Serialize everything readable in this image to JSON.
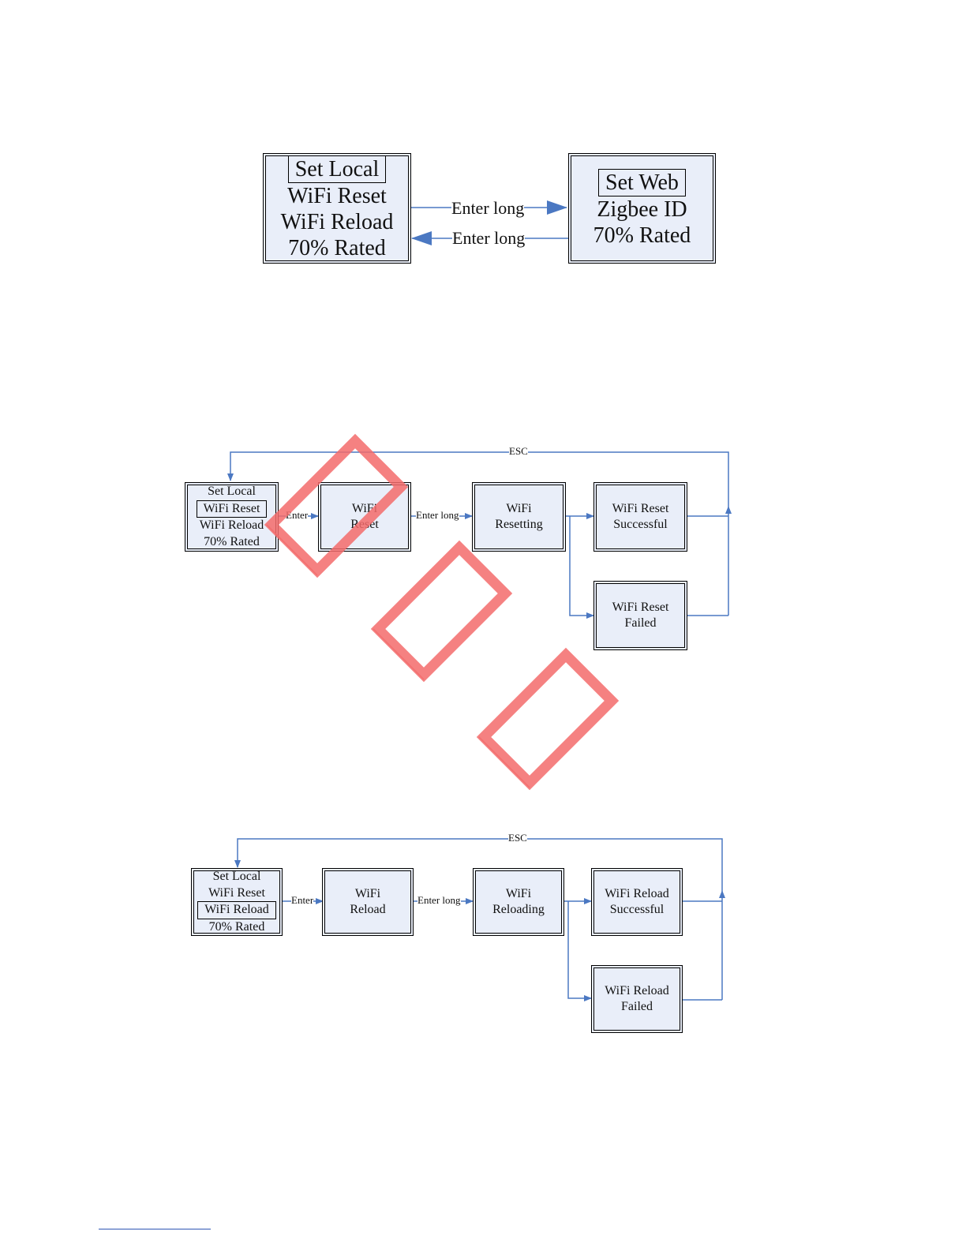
{
  "colors": {
    "box_fill": "#e9eef9",
    "arrow": "#4b78c2",
    "watermark": "#f36b6b"
  },
  "figure1": {
    "set_local": {
      "lines": [
        "Set Local",
        "WiFi Reset",
        "WiFi Reload",
        "70% Rated"
      ],
      "selected": 0
    },
    "set_web": {
      "lines": [
        "Set Web",
        "Zigbee ID",
        "70% Rated"
      ],
      "selected": 0
    },
    "arrow_forward": "Enter long",
    "arrow_back": "Enter long"
  },
  "figure2": {
    "menu": {
      "lines": [
        "Set Local",
        "WiFi Reset",
        "WiFi Reload",
        "70% Rated"
      ],
      "selected": 1
    },
    "step1": [
      "WiFi",
      "Reset"
    ],
    "step2": [
      "WiFi",
      "Resetting"
    ],
    "success": [
      "WiFi Reset",
      "Successful"
    ],
    "failed": [
      "WiFi Reset",
      "Failed"
    ],
    "enter": "Enter",
    "enter_long": "Enter long",
    "esc": "ESC"
  },
  "figure3": {
    "menu": {
      "lines": [
        "Set Local",
        "WiFi Reset",
        "WiFi Reload",
        "70% Rated"
      ],
      "selected": 2
    },
    "step1": [
      "WiFi",
      "Reload"
    ],
    "step2": [
      "WiFi",
      "Reloading"
    ],
    "success": [
      "WiFi Reload",
      "Successful"
    ],
    "failed": [
      "WiFi Reload",
      "Failed"
    ],
    "enter": "Enter",
    "enter_long": "Enter long",
    "esc": "ESC"
  }
}
